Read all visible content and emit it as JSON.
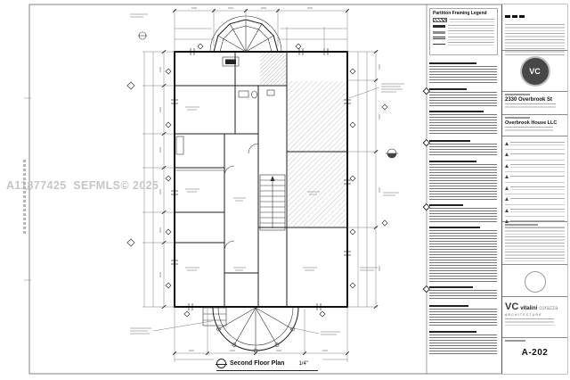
{
  "watermark": "A11877425  SEFMLS© 2025",
  "legend": {
    "title": "Partition Framing Legend"
  },
  "plan": {
    "title": "Second Floor Plan",
    "scale": "1/4\""
  },
  "titleblock": {
    "logo_initials": "VC",
    "project_address": "2330 Overbrook St",
    "client": "Overbrook House LLC",
    "firm_initials": "VC",
    "firm_name_a": "vitalini",
    "firm_name_b": "corazza",
    "firm_tagline": "ARCHITECTURE",
    "sheet_number": "A-202"
  },
  "colors": {
    "ink": "#1a1a1a",
    "watermark": "#c6c6c6",
    "logo_circle": "#474747"
  }
}
